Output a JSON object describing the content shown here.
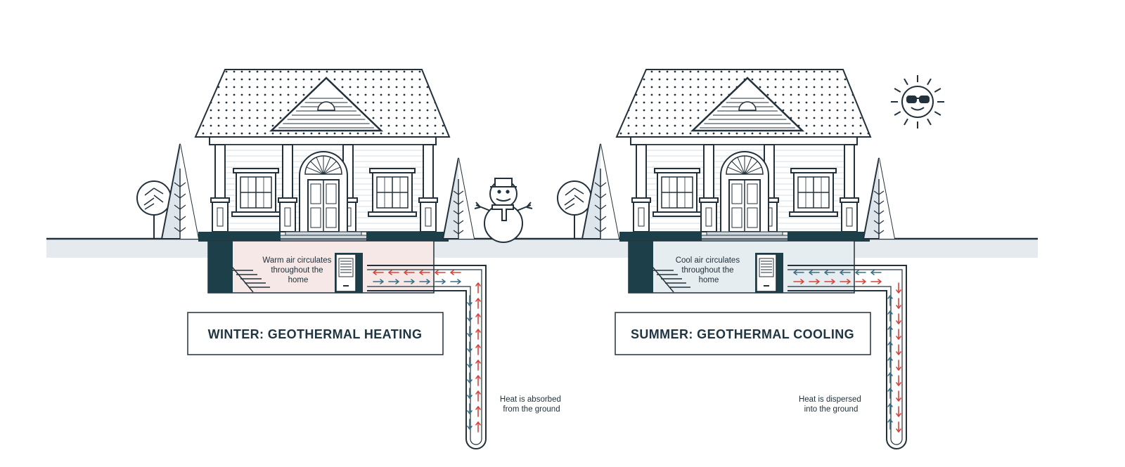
{
  "colors": {
    "ink": "#22313b",
    "dark": "#1d3f4a",
    "ground": "#e4eaee",
    "warm_room": "#f6e8e6",
    "cool_room": "#e6edf1",
    "hot_arrow": "#d6453d",
    "cold_arrow": "#3b6f86",
    "tree_shade": "#dfe6eb"
  },
  "icons": [
    "house-icon",
    "tree-icon",
    "snowman-icon",
    "sun-with-sunglasses-icon",
    "stairs-icon",
    "heat-pump-icon",
    "ground-loop-icon"
  ],
  "panels": [
    {
      "id": "winter",
      "room_note": [
        "Warm air circulates",
        "throughout the",
        "home"
      ],
      "title": "WINTER: GEOTHERMAL HEATING",
      "ground_note": [
        "Heat is absorbed",
        "from the ground"
      ]
    },
    {
      "id": "summer",
      "room_note": [
        "Cool air circulates",
        "throughout the",
        "home"
      ],
      "title": "SUMMER: GEOTHERMAL COOLING",
      "ground_note": [
        "Heat is dispersed",
        "into the ground"
      ]
    }
  ]
}
